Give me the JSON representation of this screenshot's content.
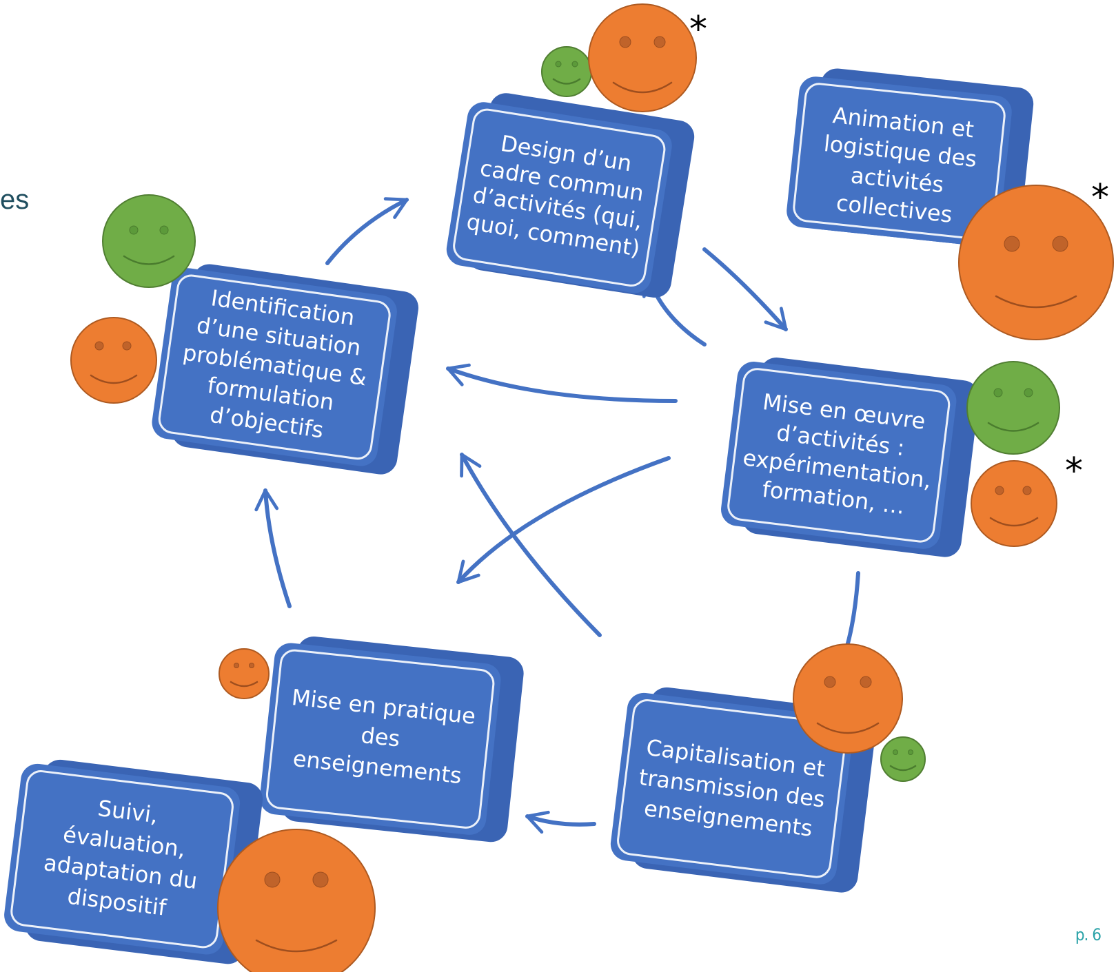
{
  "left_fragment": "es",
  "page_number": "p. 6",
  "asterisk": "*",
  "colors": {
    "box": "#4472C4",
    "arrow": "#4472C4",
    "face_orange": "#ED7D31",
    "face_green": "#70AD47"
  },
  "boxes": {
    "design": [
      "Design d’un",
      "cadre commun",
      "d’activités (qui,",
      "quoi, comment)"
    ],
    "animation": [
      "Animation et",
      "logistique des",
      "activités",
      "collectives"
    ],
    "identification": [
      "Identification",
      "d’une situation",
      "problématique &",
      "formulation",
      "d’objectifs"
    ],
    "mise_oeuvre": [
      "Mise en œuvre",
      "d’activités :",
      "expérimentation,",
      "formation, …"
    ],
    "pratique": [
      "Mise en pratique",
      "des",
      "enseignements"
    ],
    "capitalisation": [
      "Capitalisation et",
      "transmission des",
      "enseignements"
    ],
    "suivi": [
      "Suivi,",
      "évaluation,",
      "adaptation du",
      "dispositif"
    ]
  }
}
